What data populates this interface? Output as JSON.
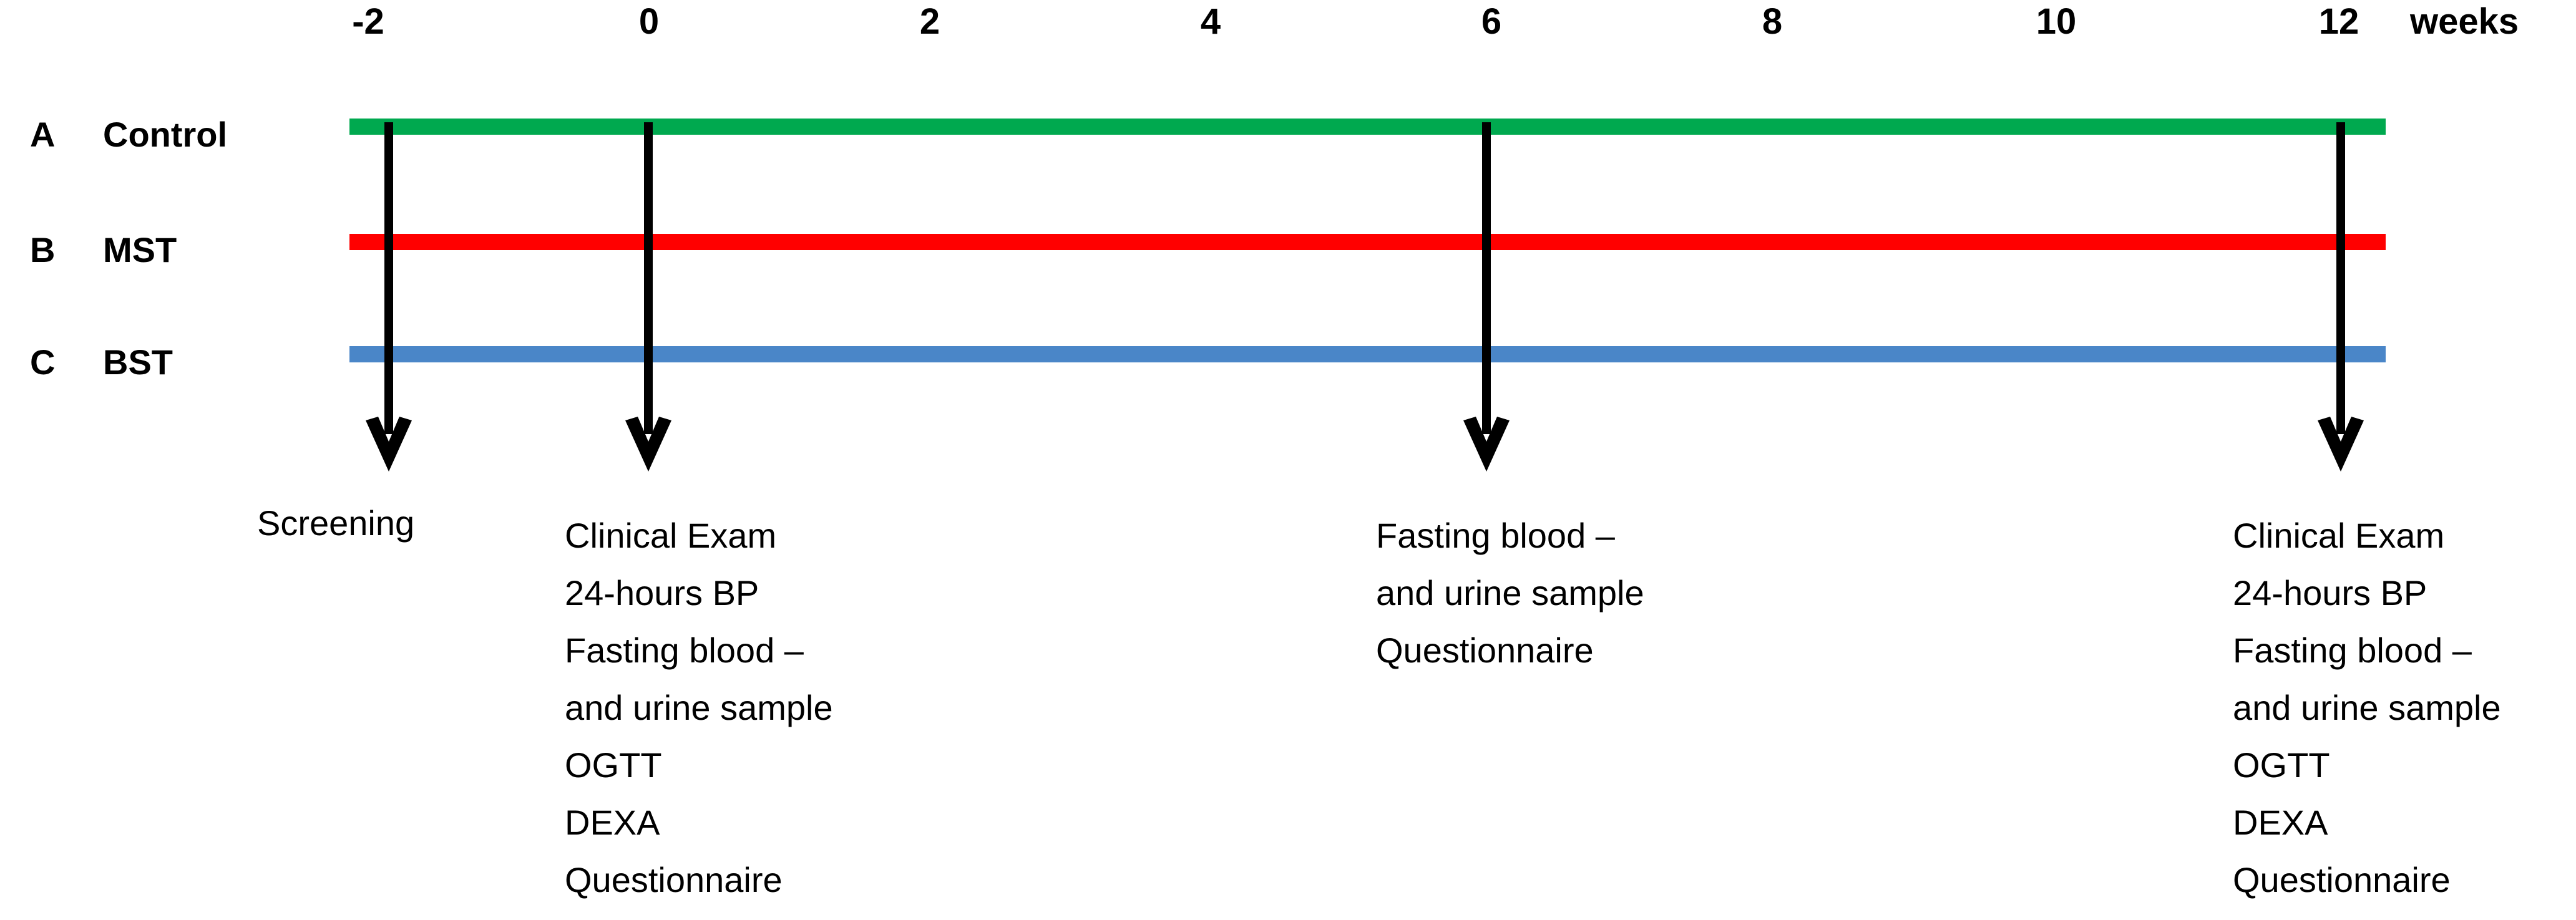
{
  "figure": {
    "type": "study-timeline",
    "axis_unit_label": "weeks",
    "axis_ticks": [
      "-2",
      "0",
      "2",
      "4",
      "6",
      "8",
      "10",
      "12"
    ],
    "axis_tick_values": [
      -2,
      0,
      2,
      4,
      6,
      8,
      10,
      12
    ]
  },
  "arms": [
    {
      "letter": "A",
      "name": "Control",
      "color": "#00A94F"
    },
    {
      "letter": "B",
      "name": "MST",
      "color": "#FF0000"
    },
    {
      "letter": "C",
      "name": "BST",
      "color": "#4A86C8"
    }
  ],
  "timepoints": [
    {
      "week": "-2",
      "assessments": [
        "Screening"
      ]
    },
    {
      "week": "0",
      "assessments": [
        "Clinical Exam",
        "24-hours BP",
        "Fasting blood –",
        "and urine sample",
        "OGTT",
        "DEXA",
        "Questionnaire"
      ]
    },
    {
      "week": "6",
      "assessments": [
        "Fasting blood –",
        "and urine sample",
        "Questionnaire"
      ]
    },
    {
      "week": "12",
      "assessments": [
        "Clinical Exam",
        "24-hours BP",
        "Fasting blood –",
        "and urine sample",
        "OGTT",
        "DEXA",
        "Questionnaire"
      ]
    }
  ],
  "chart_data": {
    "type": "table",
    "title": "",
    "xlabel": "weeks",
    "ylabel": "",
    "x": [
      -2,
      0,
      2,
      4,
      6,
      8,
      10,
      12
    ],
    "categories": [
      "A Control",
      "B MST",
      "C BST"
    ],
    "series": [
      {
        "name": "A Control",
        "color": "#00A94F",
        "span_weeks": [
          -2,
          12
        ]
      },
      {
        "name": "B MST",
        "color": "#FF0000",
        "span_weeks": [
          -2,
          12
        ]
      },
      {
        "name": "C BST",
        "color": "#4A86C8",
        "span_weeks": [
          -2,
          12
        ]
      }
    ],
    "annotations": [
      {
        "week": -2,
        "text": "Screening"
      },
      {
        "week": 0,
        "text": "Clinical Exam; 24-hours BP; Fasting blood – and urine sample; OGTT; DEXA; Questionnaire"
      },
      {
        "week": 6,
        "text": "Fasting blood – and urine sample; Questionnaire"
      },
      {
        "week": 12,
        "text": "Clinical Exam; 24-hours BP; Fasting blood – and urine sample; OGTT; DEXA; Questionnaire"
      }
    ]
  }
}
